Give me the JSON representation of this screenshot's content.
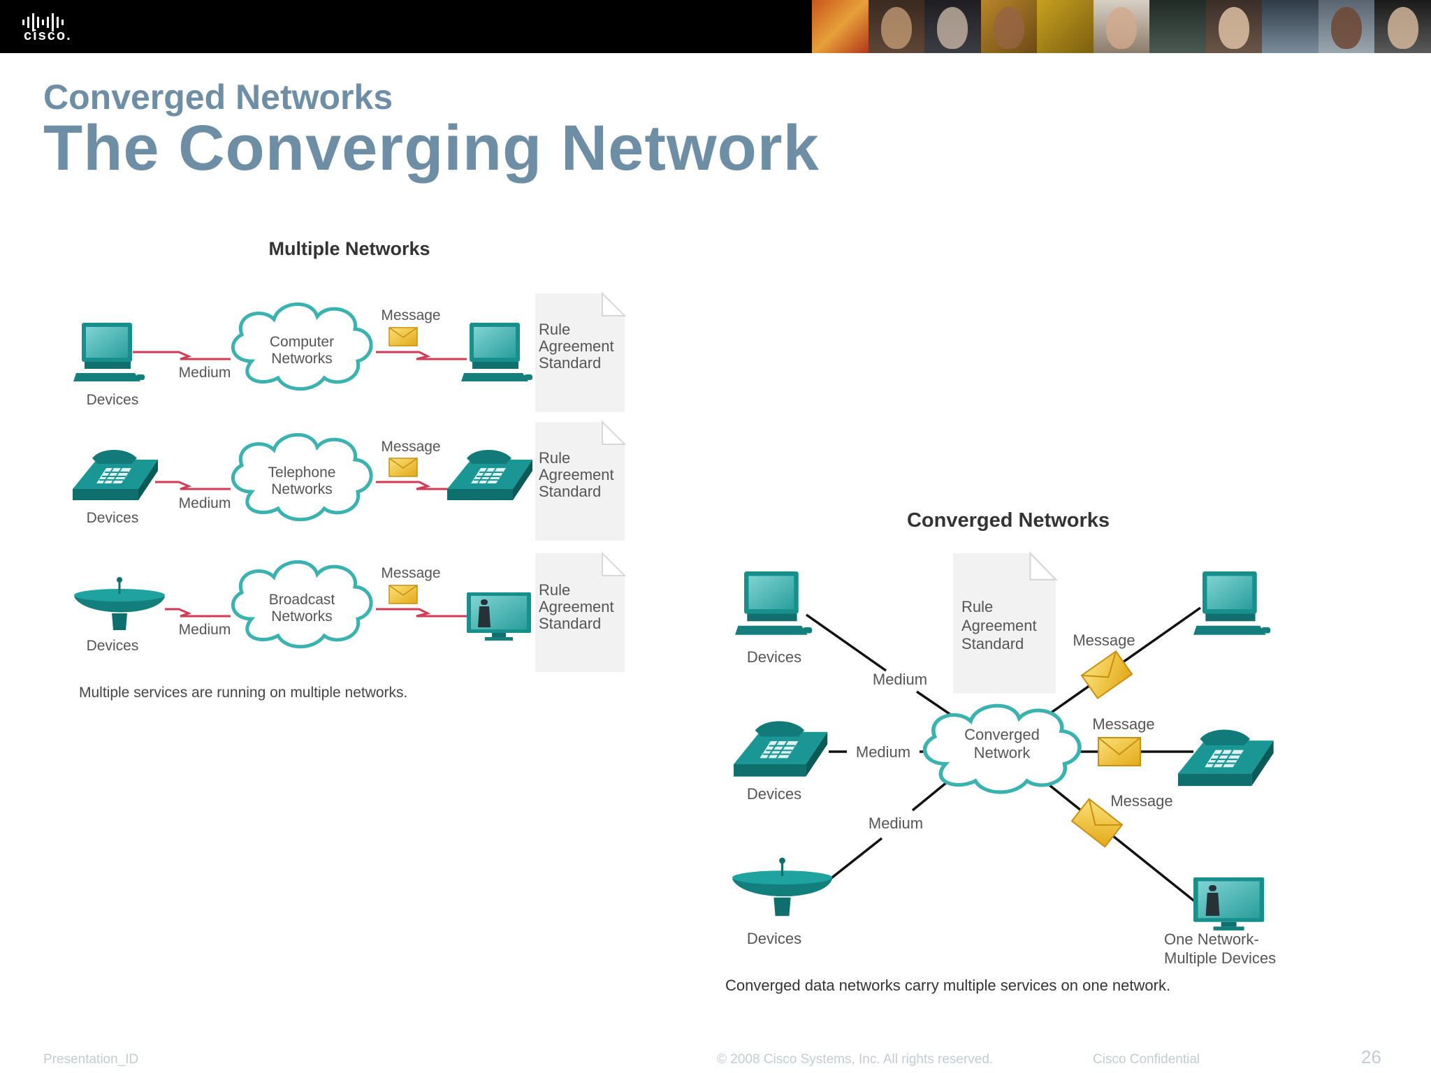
{
  "header": {
    "logo_text": "cisco.",
    "photo_count": 11
  },
  "slide": {
    "subtitle": "Converged Networks",
    "title": "The Converging Network"
  },
  "multiple": {
    "heading": "Multiple Networks",
    "rows": [
      {
        "cloud_line1": "Computer",
        "cloud_line2": "Networks",
        "devices": "Devices",
        "medium": "Medium",
        "message": "Message",
        "rule": [
          "Rule",
          "Agreement",
          "Standard"
        ]
      },
      {
        "cloud_line1": "Telephone",
        "cloud_line2": "Networks",
        "devices": "Devices",
        "medium": "Medium",
        "message": "Message",
        "rule": [
          "Rule",
          "Agreement",
          "Standard"
        ]
      },
      {
        "cloud_line1": "Broadcast",
        "cloud_line2": "Networks",
        "devices": "Devices",
        "medium": "Medium",
        "message": "Message",
        "rule": [
          "Rule",
          "Agreement",
          "Standard"
        ]
      }
    ],
    "caption": "Multiple services are running on multiple networks."
  },
  "converged": {
    "heading": "Converged Networks",
    "cloud_line1": "Converged",
    "cloud_line2": "Network",
    "rule": [
      "Rule",
      "Agreement",
      "Standard"
    ],
    "devices": "Devices",
    "medium": "Medium",
    "message": "Message",
    "one_network_line1": "One Network-",
    "one_network_line2": "Multiple Devices",
    "caption": "Converged data networks carry multiple services on one network."
  },
  "footer": {
    "presentation_id": "Presentation_ID",
    "copyright": "© 2008 Cisco Systems, Inc. All rights reserved.",
    "confidential": "Cisco Confidential",
    "page": "26"
  },
  "colors": {
    "teal": "#1f9c9a",
    "teal_dark": "#0f6f6d",
    "accent_title": "#6e8ea5",
    "medium_line": "#d23a55",
    "envelope": "#f2c432"
  }
}
